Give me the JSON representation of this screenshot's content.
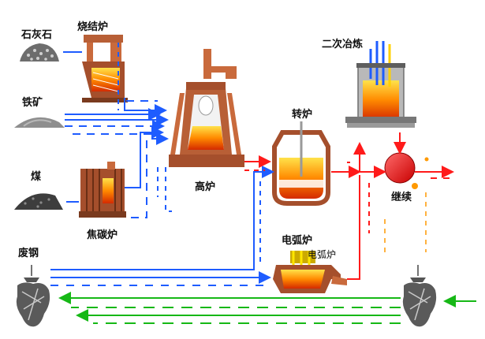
{
  "labels": {
    "limestone": "石灰石",
    "sinter_furnace": "烧结炉",
    "iron_ore": "铁矿",
    "coal": "煤",
    "coke_oven": "焦碳炉",
    "blast_furnace": "高炉",
    "converter": "转炉",
    "secondary_refining": "二次冶炼",
    "continuous_casting": "继续",
    "scrap_steel": "废钢",
    "electric_arc_furnace": "电弧炉",
    "electric_arc_furnace_inset": "电弧炉"
  },
  "colors": {
    "flow_blue": "#1e5cff",
    "flow_red": "#ff1a1a",
    "flow_green": "#16b816",
    "flow_orange": "#ff9900",
    "flame": "#ff8c00",
    "brick": "#c96a3c"
  }
}
